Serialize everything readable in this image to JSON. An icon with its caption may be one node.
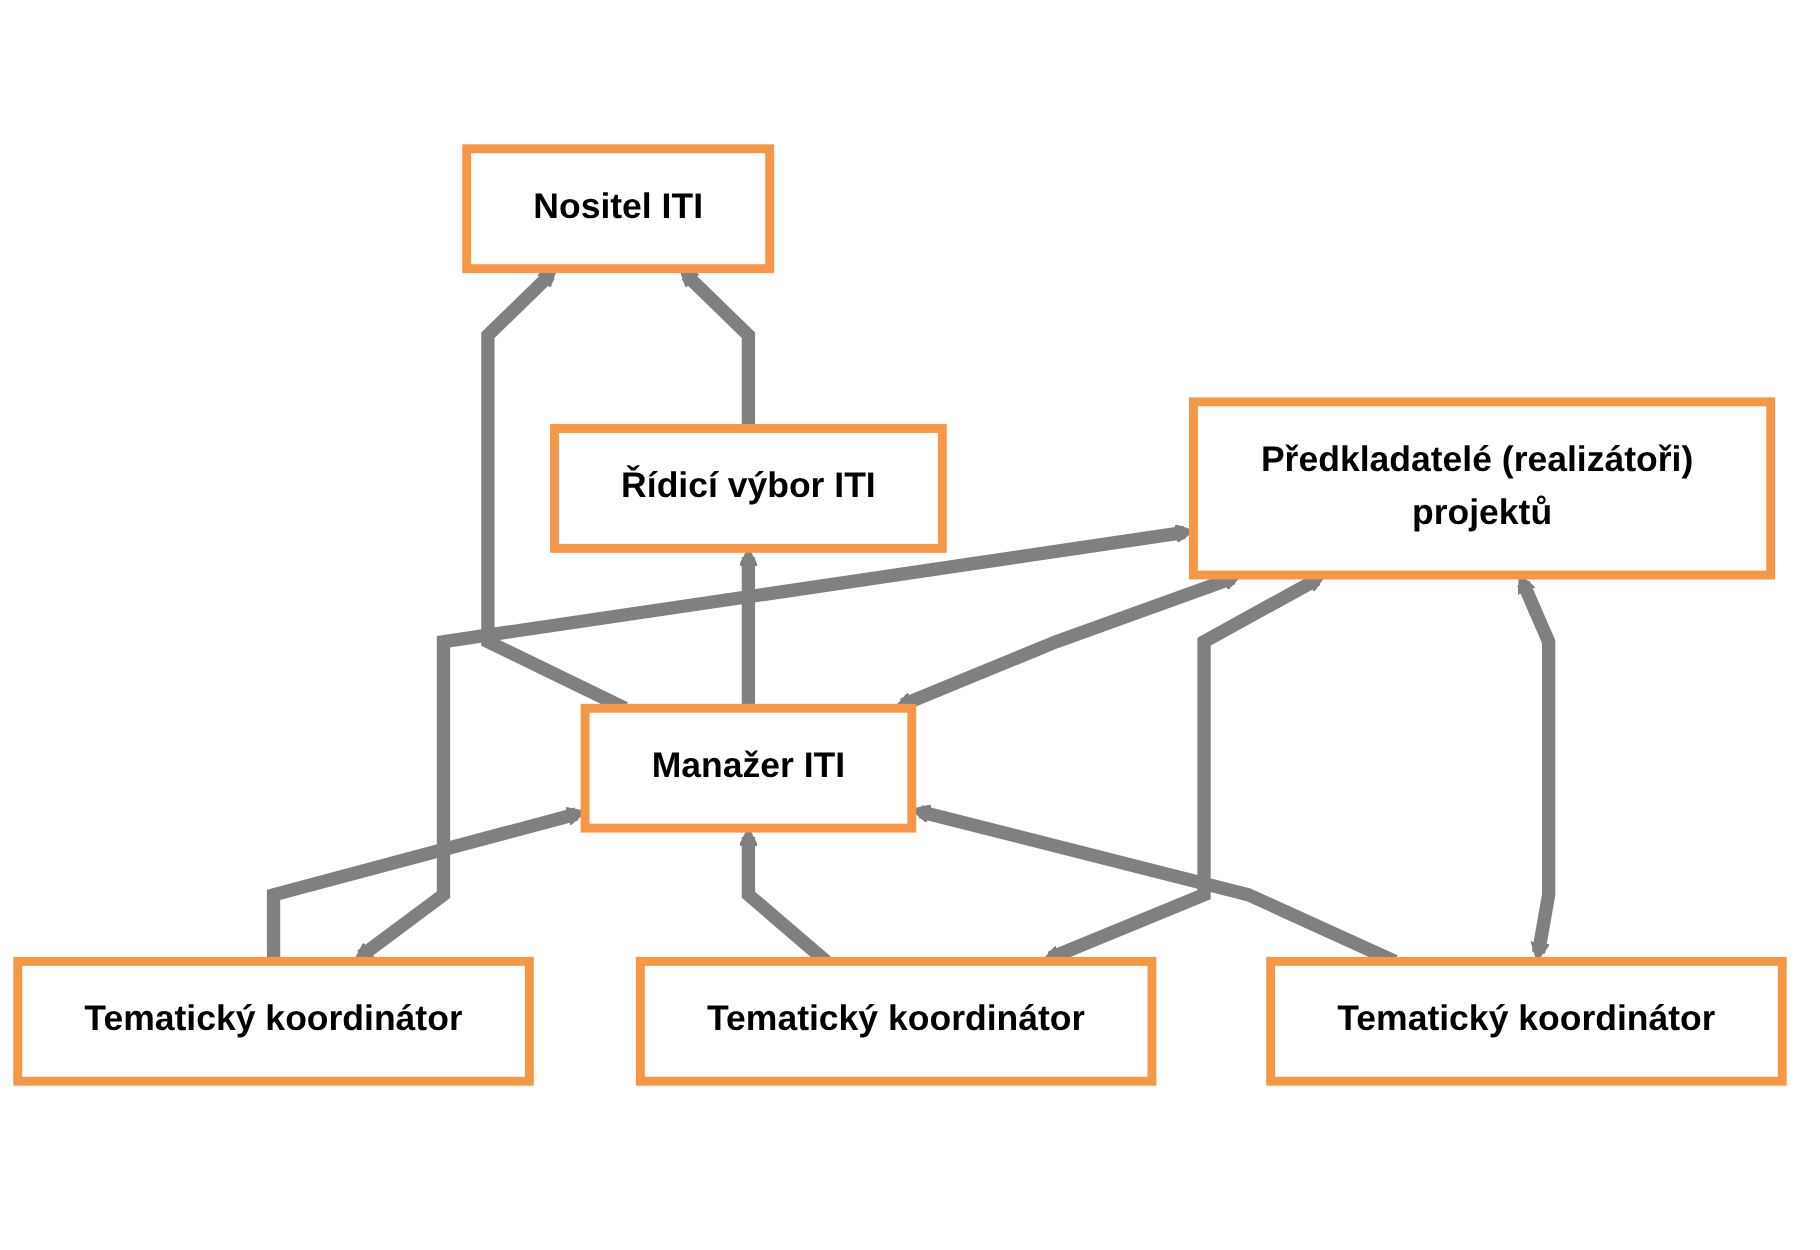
{
  "diagram": {
    "nodes": [
      {
        "text": [
          "Nositel ITI"
        ]
      },
      {
        "text": [
          "Manažer ITI"
        ]
      },
      {
        "text": [
          "Řídicí výbor ITI"
        ]
      },
      {
        "text": [
          "Tematický koordinátor"
        ]
      },
      {
        "text": [
          "Tematický koordinátor"
        ]
      },
      {
        "text": [
          "Tematický koordinátor"
        ]
      },
      {
        "text": [
          "Předkladatelé (realizátoři) projektů"
        ]
      }
    ],
    "edges": [
      {
        "from": 1,
        "to": 0,
        "arrow": "to"
      },
      {
        "from": 2,
        "to": 0,
        "arrow": "to"
      },
      {
        "from": 1,
        "to": 2,
        "arrow": "to"
      },
      {
        "from": 1,
        "to": 6,
        "arrow": "both"
      },
      {
        "from": 3,
        "to": 1,
        "arrow": "to"
      },
      {
        "from": 4,
        "to": 1,
        "arrow": "to"
      },
      {
        "from": 5,
        "to": 1,
        "arrow": "to"
      },
      {
        "from": 3,
        "to": 6,
        "arrow": "both"
      },
      {
        "from": 4,
        "to": 6,
        "arrow": "both"
      },
      {
        "from": 5,
        "to": 6,
        "arrow": "both"
      }
    ]
  }
}
